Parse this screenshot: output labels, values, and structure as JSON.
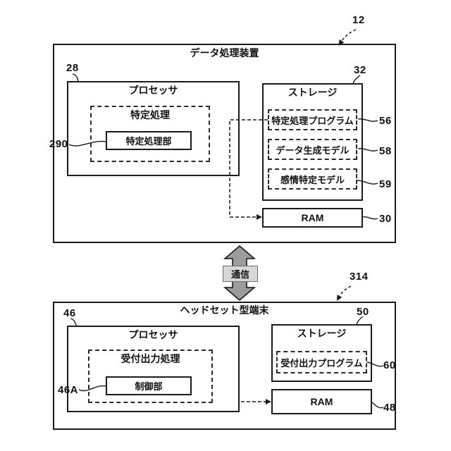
{
  "top_device": {
    "ref": "12",
    "title": "データ処理装置",
    "processor": {
      "ref": "28",
      "title": "プロセッサ",
      "process_group": {
        "label": "特定処理",
        "unit": {
          "ref": "290",
          "label": "特定処理部"
        }
      }
    },
    "storage": {
      "ref": "32",
      "title": "ストレージ",
      "items": [
        {
          "label": "特定処理プログラム",
          "ref": "56"
        },
        {
          "label": "データ生成モデル",
          "ref": "58"
        },
        {
          "label": "感情特定モデル",
          "ref": "59"
        }
      ]
    },
    "ram": {
      "label": "RAM",
      "ref": "30"
    }
  },
  "link": {
    "label": "通信"
  },
  "bottom_device": {
    "ref": "314",
    "title": "ヘッドセット型端末",
    "processor": {
      "ref": "46",
      "title": "プロセッサ",
      "process_group": {
        "label": "受付出力処理",
        "unit": {
          "ref": "46A",
          "label": "制御部"
        }
      }
    },
    "storage": {
      "ref": "50",
      "title": "ストレージ",
      "items": [
        {
          "label": "受付出力プログラム",
          "ref": "60"
        }
      ]
    },
    "ram": {
      "label": "RAM",
      "ref": "48"
    }
  },
  "colors": {
    "line": "#1a1a1a",
    "arrow_fill": "#9c9c9c",
    "comm_bg": "#d8d8d8"
  }
}
